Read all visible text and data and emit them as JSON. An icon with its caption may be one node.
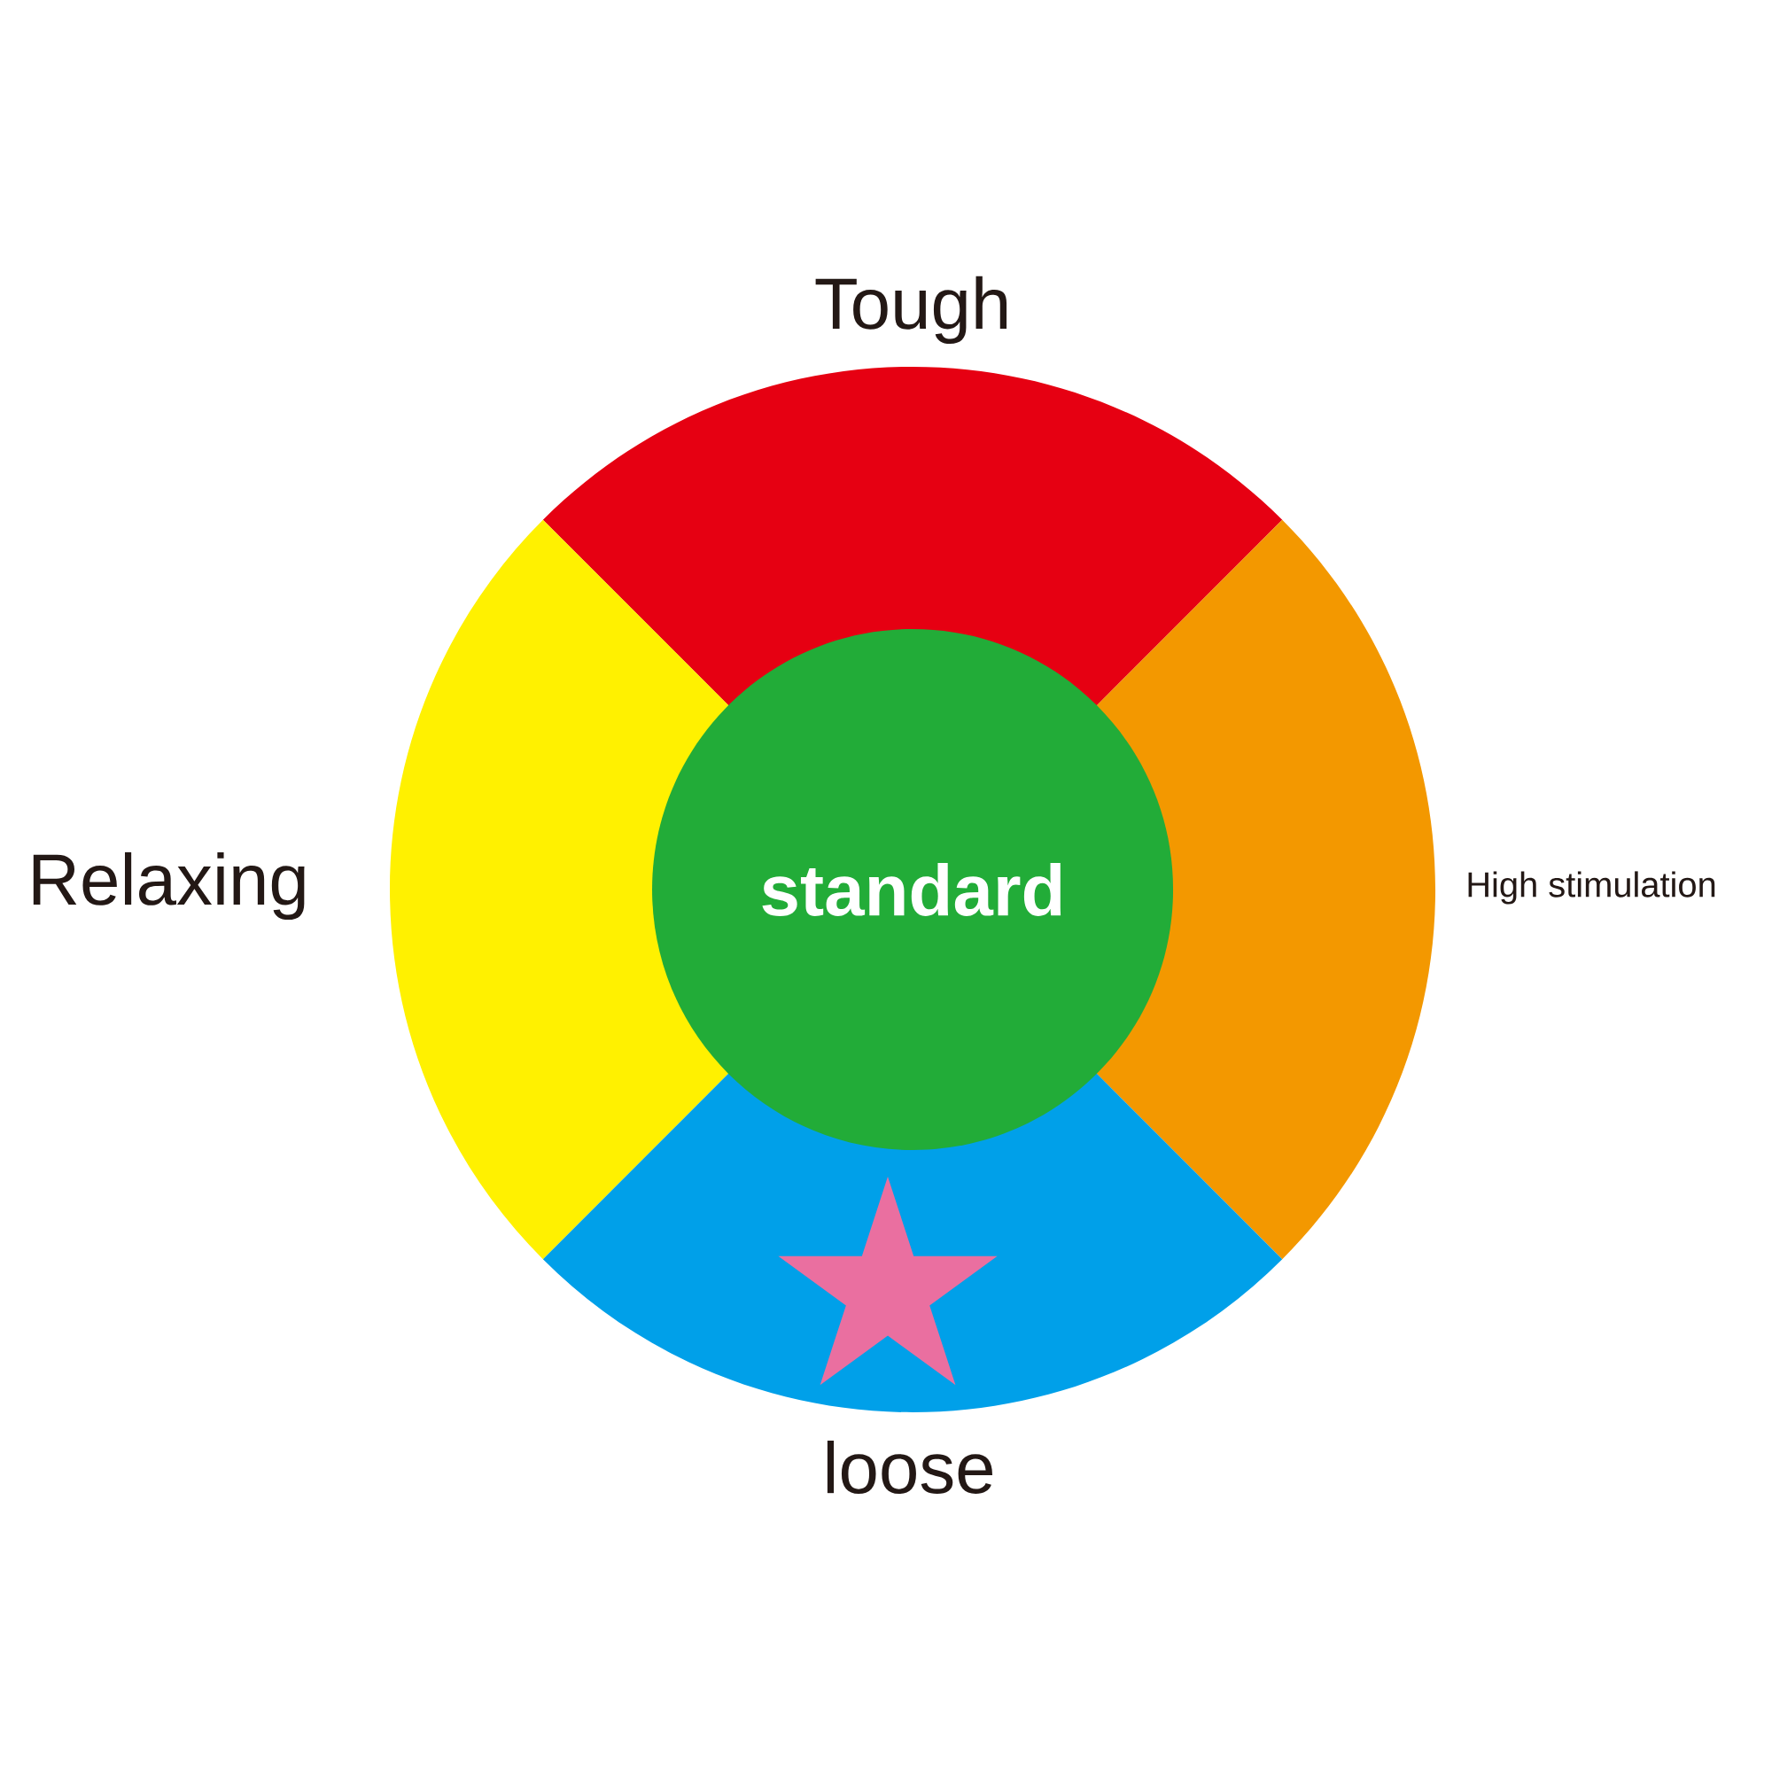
{
  "diagram": {
    "nodes": [
      {
        "text": [],
        "shape": "sector",
        "beside": [
          "Tough"
        ]
      },
      {
        "text": [],
        "shape": "sector",
        "beside": [
          "Relaxing"
        ]
      },
      {
        "text": [],
        "shape": "sector",
        "beside": [
          "High stimulation"
        ]
      },
      {
        "text": [],
        "shape": "sector",
        "beside": [
          "loose"
        ]
      },
      {
        "text": [
          "standard"
        ]
      }
    ]
  }
}
